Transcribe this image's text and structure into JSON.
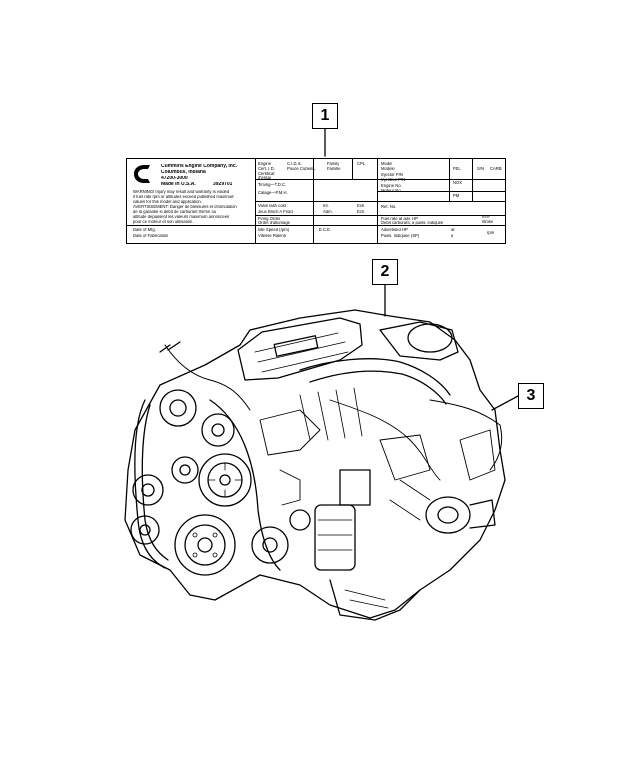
{
  "callouts": [
    "1",
    "2",
    "3"
  ],
  "plate": {
    "company": "Cummins Engine Company, Inc.",
    "city": "Columbus, Indiana",
    "code": "47200-3000",
    "made_in": "Made in U.S.A.",
    "part_no": "3929701",
    "warning_1": "WARNING! Injury may result and warranty is voided",
    "warning_2": "if fuel rate rpm or altitudes exceed published maximum",
    "warning_3": "values for this model and application.",
    "warning_4": "AVERTISSEMENT: Danger de blessures et d'annulation",
    "warning_5": "de la garantie si debit de carburant trs/mn ou",
    "warning_6": "altitude depassent les valeurs maximum annoncees",
    "warning_7": "pour ce moteur et son utilisation.",
    "date_mfg": "Date of Mfg.",
    "date_fab": "Date of Fabrication",
    "engine": "Engine",
    "cert": "Cert. I.D.",
    "certif": "Certificat",
    "d_essai": "d'essai",
    "cid": "C.I.D./L",
    "pouce": "Pouce Cubes/L",
    "family": "Family",
    "famille": "Famille",
    "cpl": "CPL",
    "model": "Model",
    "modele": "Modele",
    "injector_pn": "Injector P/N",
    "injecteur_pn": "Injecteur P/N",
    "engine_no": "Engine No.",
    "moteur_no": "Moteur No.",
    "fel": "FEL",
    "sn": "S/N",
    "carb": "CARB",
    "nox": "NOX",
    "pm": "PM",
    "timing": "Timing—T.D.C.",
    "calage": "Calage—P.M.H.",
    "valve": "Valve lash cold",
    "jeux": "Jeux Bloch A Froid",
    "int": "Int.",
    "adm": "Adm.",
    "exh": "Exh.",
    "ech": "Ech.",
    "ref": "Ref. No.",
    "firing": "Firing Order",
    "ordre": "Ordre d'allumage",
    "fuel_rate": "Fuel rate at adv. HP",
    "debit": "Debit carburant, a puiss. indiquee",
    "idle": "Idle Speed (rpm)",
    "vitesse": "Vitesse Ralenti",
    "ece": "E.C.E.",
    "adv_hp": "Advertised HP",
    "puiss": "Puiss. Indiquee (SP)",
    "at": "at",
    "a": "a",
    "rpm": "rpm",
    "mm3": "mm³",
    "stroke": "stroke"
  }
}
